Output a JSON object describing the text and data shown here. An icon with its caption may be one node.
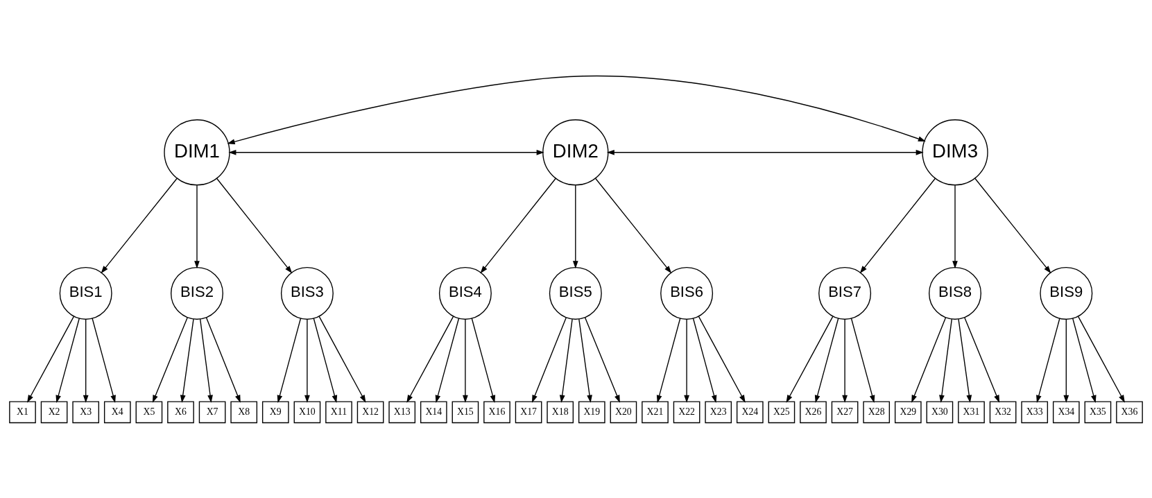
{
  "diagram": {
    "nodes": [
      {
        "text": [
          "DIM1"
        ]
      },
      {
        "text": [
          "DIM2"
        ]
      },
      {
        "text": [
          "DIM3"
        ]
      },
      {
        "text": [
          "BIS1"
        ]
      },
      {
        "text": [
          "BIS2"
        ]
      },
      {
        "text": [
          "BIS3"
        ]
      },
      {
        "text": [
          "BIS4"
        ]
      },
      {
        "text": [
          "BIS5"
        ]
      },
      {
        "text": [
          "BIS6"
        ]
      },
      {
        "text": [
          "BIS7"
        ]
      },
      {
        "text": [
          "BIS8"
        ]
      },
      {
        "text": [
          "BIS9"
        ]
      },
      {
        "text": [
          "X1"
        ]
      },
      {
        "text": [
          "X2"
        ]
      },
      {
        "text": [
          "X3"
        ]
      },
      {
        "text": [
          "X4"
        ]
      },
      {
        "text": [
          "X5"
        ]
      },
      {
        "text": [
          "X6"
        ]
      },
      {
        "text": [
          "X7"
        ]
      },
      {
        "text": [
          "X8"
        ]
      },
      {
        "text": [
          "X9"
        ]
      },
      {
        "text": [
          "X10"
        ]
      },
      {
        "text": [
          "X11"
        ]
      },
      {
        "text": [
          "X12"
        ]
      },
      {
        "text": [
          "X13"
        ]
      },
      {
        "text": [
          "X14"
        ]
      },
      {
        "text": [
          "X15"
        ]
      },
      {
        "text": [
          "X16"
        ]
      },
      {
        "text": [
          "X17"
        ]
      },
      {
        "text": [
          "X18"
        ]
      },
      {
        "text": [
          "X19"
        ]
      },
      {
        "text": [
          "X20"
        ]
      },
      {
        "text": [
          "X21"
        ]
      },
      {
        "text": [
          "X22"
        ]
      },
      {
        "text": [
          "X23"
        ]
      },
      {
        "text": [
          "X24"
        ]
      },
      {
        "text": [
          "X25"
        ]
      },
      {
        "text": [
          "X26"
        ]
      },
      {
        "text": [
          "X27"
        ]
      },
      {
        "text": [
          "X28"
        ]
      },
      {
        "text": [
          "X29"
        ]
      },
      {
        "text": [
          "X30"
        ]
      },
      {
        "text": [
          "X31"
        ]
      },
      {
        "text": [
          "X32"
        ]
      },
      {
        "text": [
          "X33"
        ]
      },
      {
        "text": [
          "X34"
        ]
      },
      {
        "text": [
          "X35"
        ]
      },
      {
        "text": [
          "X36"
        ]
      }
    ],
    "edges": [
      {
        "from": 0,
        "to": 1,
        "arrow": "both"
      },
      {
        "from": 1,
        "to": 2,
        "arrow": "both"
      },
      {
        "from": 0,
        "to": 2,
        "arrow": "both"
      },
      {
        "from": 0,
        "to": 3,
        "arrow": "to"
      },
      {
        "from": 0,
        "to": 4,
        "arrow": "to"
      },
      {
        "from": 0,
        "to": 5,
        "arrow": "to"
      },
      {
        "from": 1,
        "to": 6,
        "arrow": "to"
      },
      {
        "from": 1,
        "to": 7,
        "arrow": "to"
      },
      {
        "from": 1,
        "to": 8,
        "arrow": "to"
      },
      {
        "from": 2,
        "to": 9,
        "arrow": "to"
      },
      {
        "from": 2,
        "to": 10,
        "arrow": "to"
      },
      {
        "from": 2,
        "to": 11,
        "arrow": "to"
      },
      {
        "from": 3,
        "to": 12,
        "arrow": "to"
      },
      {
        "from": 3,
        "to": 13,
        "arrow": "to"
      },
      {
        "from": 3,
        "to": 14,
        "arrow": "to"
      },
      {
        "from": 3,
        "to": 15,
        "arrow": "to"
      },
      {
        "from": 4,
        "to": 16,
        "arrow": "to"
      },
      {
        "from": 4,
        "to": 17,
        "arrow": "to"
      },
      {
        "from": 4,
        "to": 18,
        "arrow": "to"
      },
      {
        "from": 4,
        "to": 19,
        "arrow": "to"
      },
      {
        "from": 5,
        "to": 20,
        "arrow": "to"
      },
      {
        "from": 5,
        "to": 21,
        "arrow": "to"
      },
      {
        "from": 5,
        "to": 22,
        "arrow": "to"
      },
      {
        "from": 5,
        "to": 23,
        "arrow": "to"
      },
      {
        "from": 6,
        "to": 24,
        "arrow": "to"
      },
      {
        "from": 6,
        "to": 25,
        "arrow": "to"
      },
      {
        "from": 6,
        "to": 26,
        "arrow": "to"
      },
      {
        "from": 6,
        "to": 27,
        "arrow": "to"
      },
      {
        "from": 7,
        "to": 28,
        "arrow": "to"
      },
      {
        "from": 7,
        "to": 29,
        "arrow": "to"
      },
      {
        "from": 7,
        "to": 30,
        "arrow": "to"
      },
      {
        "from": 7,
        "to": 31,
        "arrow": "to"
      },
      {
        "from": 8,
        "to": 32,
        "arrow": "to"
      },
      {
        "from": 8,
        "to": 33,
        "arrow": "to"
      },
      {
        "from": 8,
        "to": 34,
        "arrow": "to"
      },
      {
        "from": 8,
        "to": 35,
        "arrow": "to"
      },
      {
        "from": 9,
        "to": 36,
        "arrow": "to"
      },
      {
        "from": 9,
        "to": 37,
        "arrow": "to"
      },
      {
        "from": 9,
        "to": 38,
        "arrow": "to"
      },
      {
        "from": 9,
        "to": 39,
        "arrow": "to"
      },
      {
        "from": 10,
        "to": 40,
        "arrow": "to"
      },
      {
        "from": 10,
        "to": 41,
        "arrow": "to"
      },
      {
        "from": 10,
        "to": 42,
        "arrow": "to"
      },
      {
        "from": 10,
        "to": 43,
        "arrow": "to"
      },
      {
        "from": 11,
        "to": 44,
        "arrow": "to"
      },
      {
        "from": 11,
        "to": 45,
        "arrow": "to"
      },
      {
        "from": 11,
        "to": 46,
        "arrow": "to"
      },
      {
        "from": 11,
        "to": 47,
        "arrow": "to"
      }
    ]
  }
}
